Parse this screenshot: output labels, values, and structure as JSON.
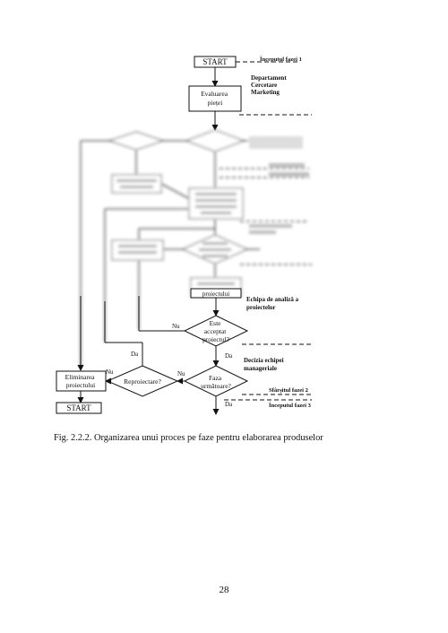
{
  "diagram": {
    "nodes": {
      "start_top": "START",
      "evaluare": [
        "Evaluarea",
        "pieței"
      ],
      "este_acceptat": [
        "Este",
        "acceptat",
        "proiectul?"
      ],
      "faza_urmatoare": [
        "Faza",
        "următoare?"
      ],
      "reproiectare": "Reproiectare?",
      "eliminarea": [
        "Eliminarea",
        "proiectului"
      ],
      "start_bottom": "START",
      "blurred_evaluarea": [
        "Evaluarea",
        "proiectului"
      ]
    },
    "annotations": {
      "inceputul_fazei_1": "Începutul fazei 1",
      "departament": [
        "Departament",
        "Cercetare",
        "Marketing"
      ],
      "echipa_analiza": [
        "Echipa de analiză a",
        "proiectelor"
      ],
      "decizia_echipei": [
        "Decizia echipei",
        "manageriale"
      ],
      "sfarsitul_fazei_2": "Sfârșitul fazei 2",
      "inceputul_fazei_3": "Începutul fazei 3"
    },
    "edge_labels": {
      "nu_acceptat": "Nu",
      "da_acceptat": "Da",
      "da_reproiect": "Da",
      "nu_reproiect": "Nu",
      "nu_faza": "Nu",
      "da_faza": "Da"
    }
  },
  "caption": "Fig. 2.2.2. Organizarea unui proces pe faze pentru elaborarea produselor",
  "page_number": "28"
}
